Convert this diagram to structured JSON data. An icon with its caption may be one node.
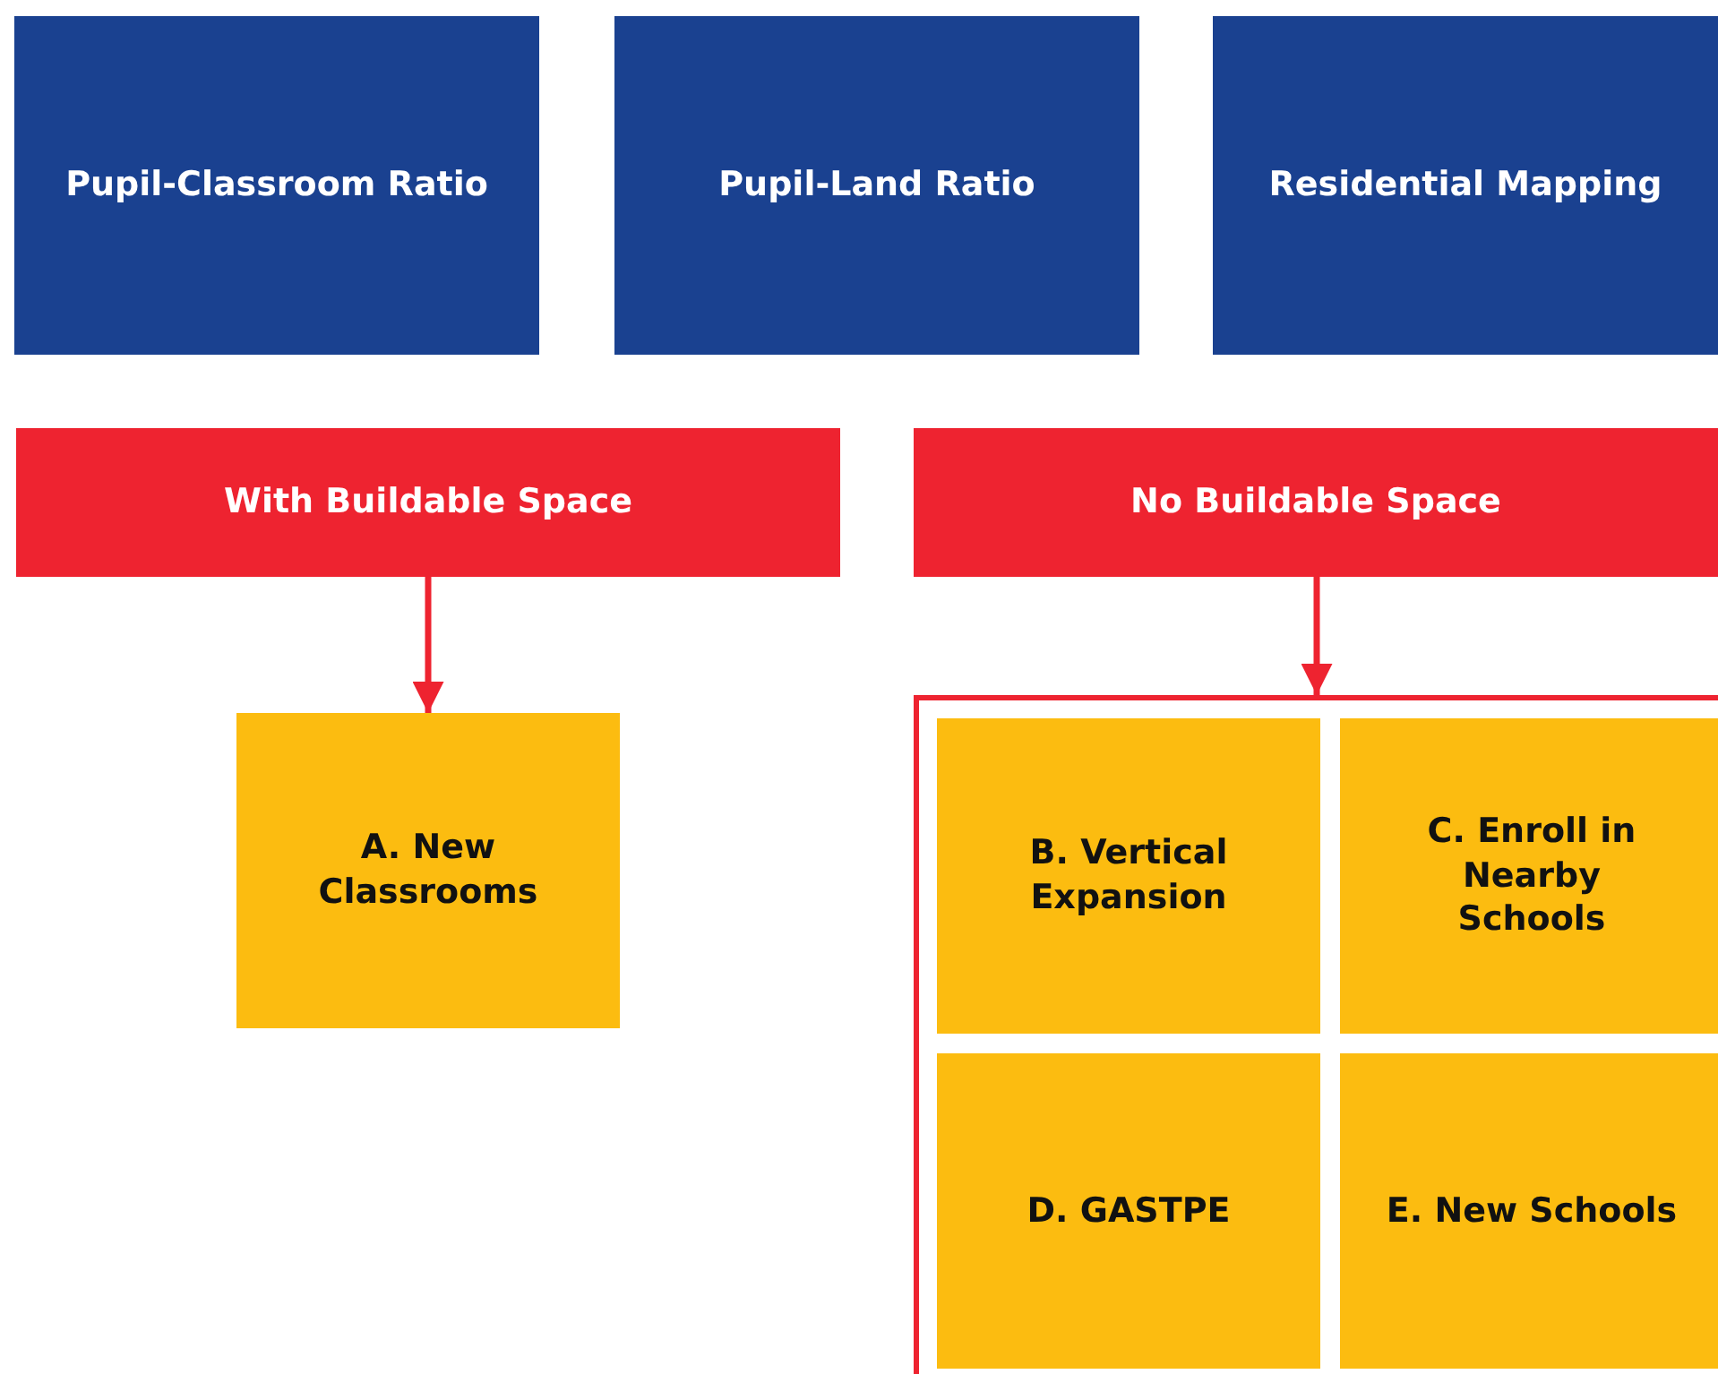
{
  "diagram": {
    "nodes": [
      {
        "text": [
          "Pupil-Classroom Ratio"
        ]
      },
      {
        "text": [
          "Pupil-Land Ratio"
        ]
      },
      {
        "text": [
          "Residential Mapping"
        ]
      },
      {
        "text": [
          "With Buildable Space"
        ]
      },
      {
        "text": [
          "No Buildable Space"
        ]
      },
      {
        "text": [
          "A. New Classrooms"
        ]
      },
      {
        "text": [],
        "shape": "box"
      },
      {
        "text": [
          "B. Vertical Expansion"
        ],
        "in": 6
      },
      {
        "text": [
          "C. Enroll in Nearby Schools"
        ],
        "in": 6
      },
      {
        "text": [
          "D. GASTPE"
        ],
        "in": 6
      },
      {
        "text": [
          "E. New Schools"
        ],
        "in": 6
      }
    ],
    "edges": [
      {
        "from": 3,
        "to": 5,
        "arrow": "to"
      },
      {
        "from": 4,
        "to": 6,
        "arrow": "to"
      }
    ]
  }
}
